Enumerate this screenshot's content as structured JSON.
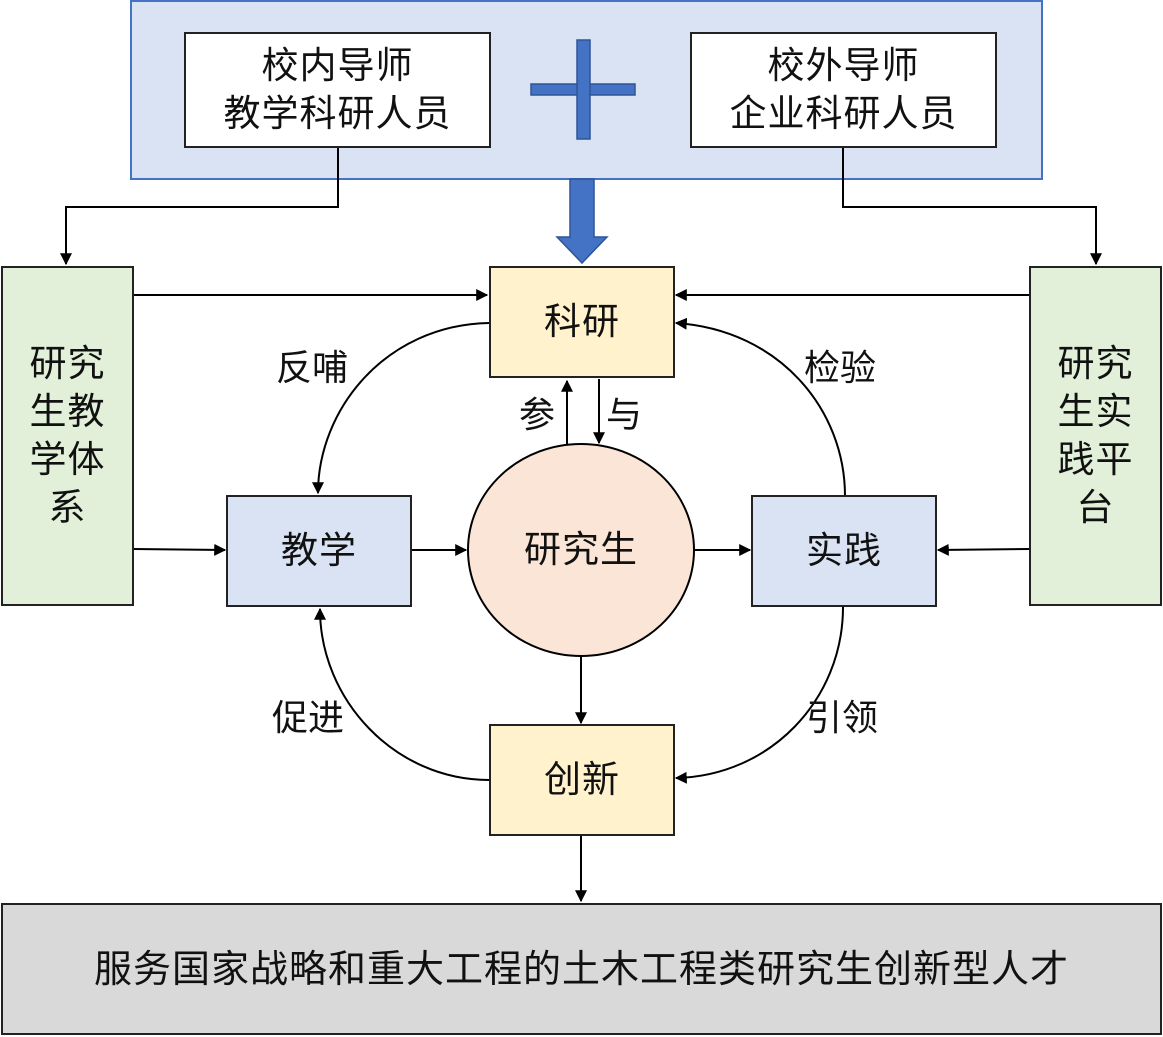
{
  "mentors": {
    "internal": "校内导师\n教学科研人员",
    "external": "校外导师\n企业科研人员"
  },
  "sides": {
    "teaching_system": "研究\n生教\n学体\n系",
    "practice_platform": "研究\n生实\n践平\n台"
  },
  "nodes": {
    "research": "科研",
    "teaching": "教学",
    "graduate": "研究生",
    "practice": "实践",
    "innovation": "创新"
  },
  "edge_labels": {
    "feedback": "反哺",
    "test": "检验",
    "participate_1": "参",
    "participate_2": "与",
    "promote": "促进",
    "lead": "引领"
  },
  "goal": "服务国家战略和重大工程的土木工程类研究生创新型人才",
  "colors": {
    "top_panel": "#dae3f3",
    "top_panel_border": "#4472c4",
    "plus": "#4472c4",
    "side_panels": "#e2f0d9",
    "research_innovation": "#fff2cc",
    "teaching_practice": "#dae3f3",
    "graduate_circle": "#fbe5d6",
    "goal_bar": "#d9d9d9"
  }
}
